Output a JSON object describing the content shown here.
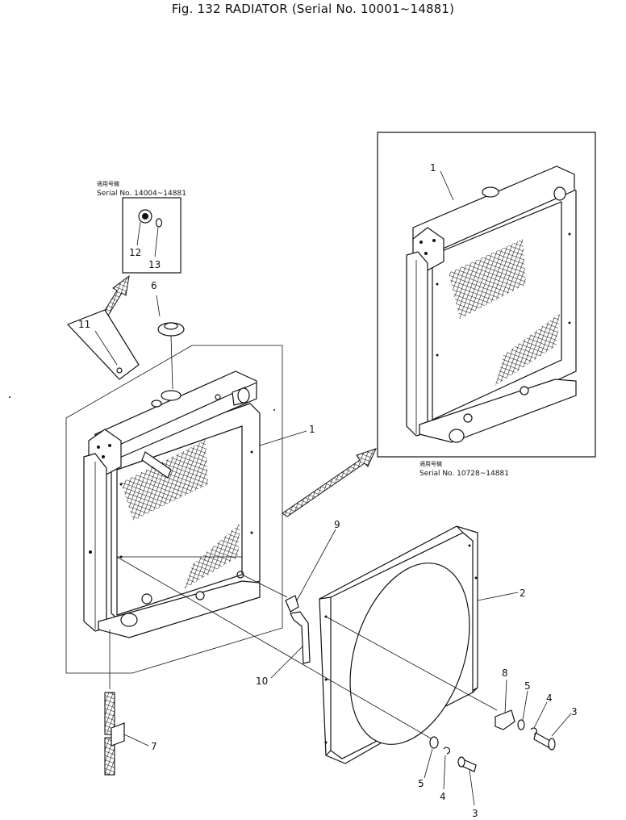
{
  "title": "Fig. 132 RADIATOR  (Serial No. 10001~14881)",
  "inset_top": {
    "jp": "適用号機",
    "serial": "Serial No. 14004~14881"
  },
  "inset_right": {
    "jp": "適用号機",
    "serial": "Serial No. 10728~14881"
  },
  "callouts": {
    "c1_main": "1",
    "c1_inset": "1",
    "c2": "2",
    "c3a": "3",
    "c3b": "3",
    "c4a": "4",
    "c4b": "4",
    "c5a": "5",
    "c5b": "5",
    "c6": "6",
    "c7": "7",
    "c8": "8",
    "c9": "9",
    "c10": "10",
    "c11": "11",
    "c12": "12",
    "c13": "13"
  }
}
